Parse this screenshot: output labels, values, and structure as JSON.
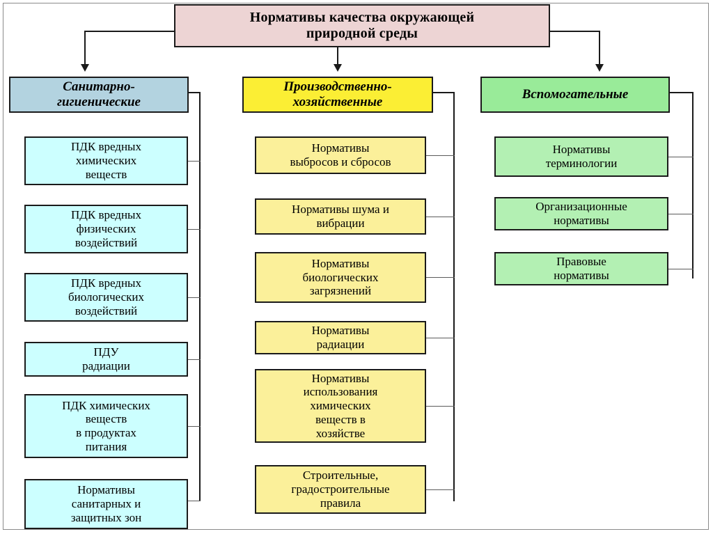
{
  "diagram": {
    "root": {
      "label": "Нормативы качества окружающей\nприродной среды",
      "color": "#edd4d4"
    },
    "columns": [
      {
        "id": "sanitary-hygienic",
        "header": "Санитарно-\nгигиенические",
        "header_color": "#b3d3e0",
        "leaf_color": "#ccffff",
        "items": [
          "ПДК вредных\nхимических\nвеществ",
          "ПДК вредных\nфизических\nвоздействий",
          "ПДК вредных\nбиологических\nвоздействий",
          "ПДУ\nрадиации",
          "ПДК химических\nвеществ\nв продуктах\nпитания",
          "Нормативы\nсанитарных и\nзащитных зон"
        ]
      },
      {
        "id": "production-economic",
        "header": "Производственно-\nхозяйственные",
        "header_color": "#fbee34",
        "leaf_color": "#fbf09a",
        "items": [
          "Нормативы\nвыбросов и сбросов",
          "Нормативы шума и\nвибрации",
          "Нормативы\nбиологических\nзагрязнений",
          "Нормативы\nрадиации",
          "Нормативы\nиспользования\nхимических\nвеществ в\nхозяйстве",
          "Строительные,\nградостроительные\nправила"
        ]
      },
      {
        "id": "auxiliary",
        "header": "Вспомогательные",
        "header_color": "#99eb99",
        "leaf_color": "#b3f0b3",
        "items": [
          "Нормативы\nтерминологии",
          "Организационные\nнормативы",
          "Правовые\nнормативы"
        ]
      }
    ]
  }
}
